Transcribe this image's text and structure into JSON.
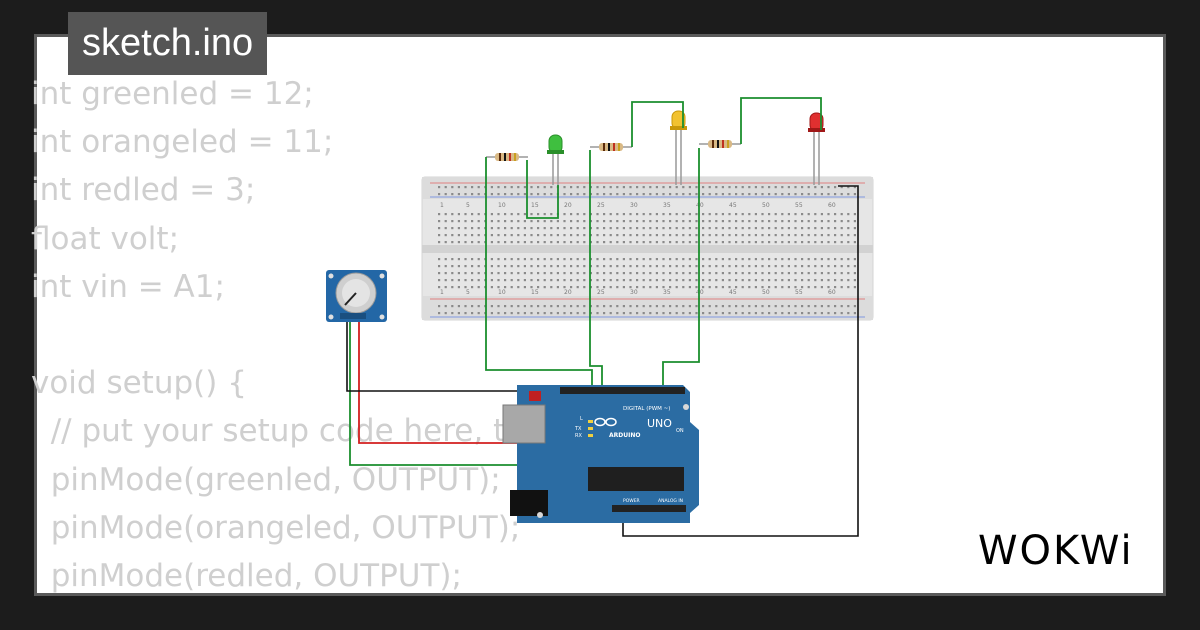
{
  "title": "sketch.ino",
  "code_lines": [
    "int greenled = 12;",
    "int orangeled = 11;",
    "int redled = 3;",
    "float volt;",
    "int vin = A1;",
    "",
    "void setup() {",
    "  // put your setup code here, t",
    "  pinMode(greenled, OUTPUT);",
    "  pinMode(orangeled, OUTPUT);",
    "  pinMode(redled, OUTPUT);"
  ],
  "brand": "WOKWi",
  "breadboard": {
    "column_numbers": [
      "1",
      "5",
      "10",
      "15",
      "20",
      "25",
      "30",
      "35",
      "40",
      "45",
      "50",
      "55",
      "60"
    ]
  },
  "arduino": {
    "model": "UNO",
    "brand_text": "ARDUINO",
    "digital_label": "DIGITAL (PWM ~)",
    "power_label": "POWER",
    "analog_label": "ANALOG IN",
    "tx_label": "TX",
    "rx_label": "RX",
    "l_label": "L",
    "on_label": "ON"
  },
  "colors": {
    "board_blue": "#2b6ca3",
    "breadboard": "#e8e8e8",
    "wire_green": "#1b8f2e",
    "wire_red": "#d21f1f",
    "wire_black": "#111111",
    "led_green": "#3fbf3f",
    "led_yellow": "#f2c230",
    "led_red": "#e03030"
  }
}
